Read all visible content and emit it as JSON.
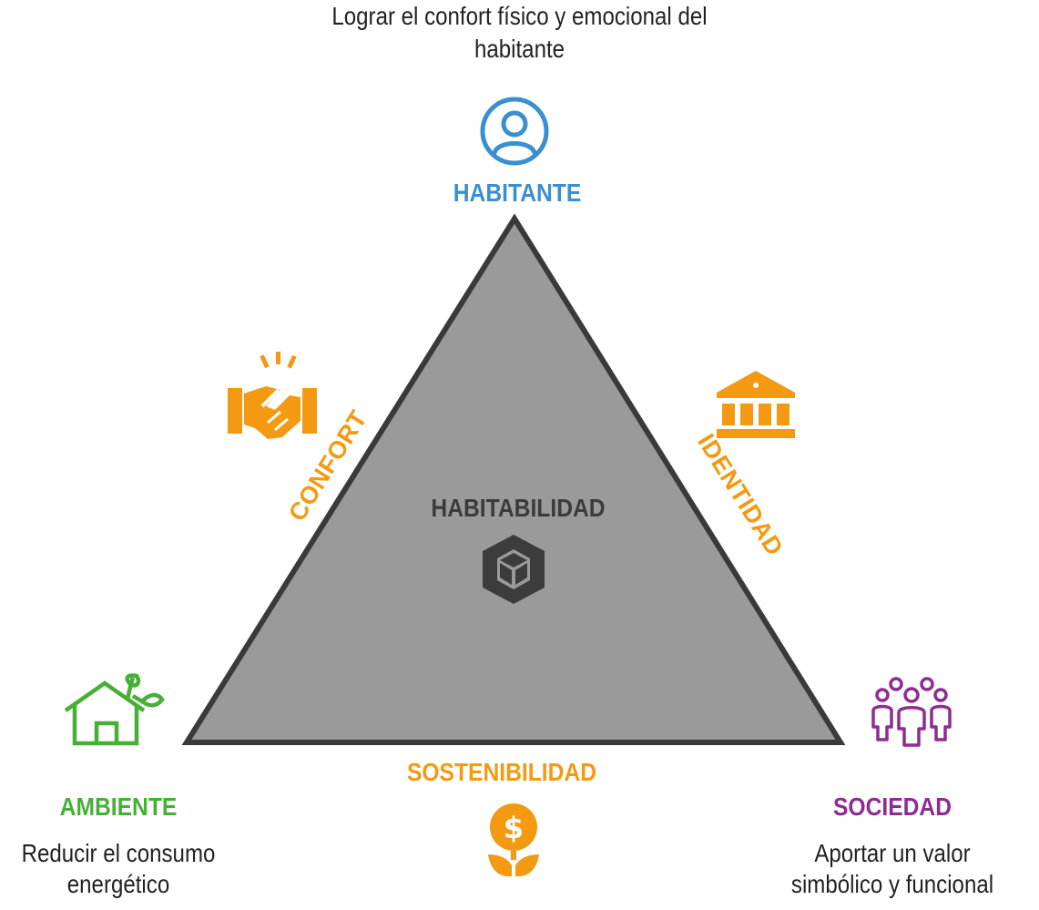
{
  "vertices": {
    "habitante": {
      "label": "HABITANTE",
      "description": "Lograr el confort físico y emocional del habitante",
      "icon": "user-circle-icon",
      "color": "#3a8fd0"
    },
    "ambiente": {
      "label": "AMBIENTE",
      "description_line1": "Reducir el consumo",
      "description_line2": "energético",
      "icon": "eco-house-icon",
      "color": "#45b035"
    },
    "sociedad": {
      "label": "SOCIEDAD",
      "description_line1": "Aportar un valor",
      "description_line2": "simbólico y funcional",
      "icon": "people-group-icon",
      "color": "#8e2c92"
    }
  },
  "sides": {
    "left": {
      "label": "CONFORT",
      "icon": "handshake-icon"
    },
    "right": {
      "label": "IDENTIDAD",
      "icon": "institution-building-icon"
    },
    "bottom": {
      "label": "SOSTENIBILIDAD",
      "icon": "money-plant-icon"
    },
    "color": "#f39a12"
  },
  "center": {
    "label": "HABITABILIDAD",
    "icon": "cube-icon",
    "fill_color": "#999a99",
    "text_color": "#3c3c3c"
  }
}
